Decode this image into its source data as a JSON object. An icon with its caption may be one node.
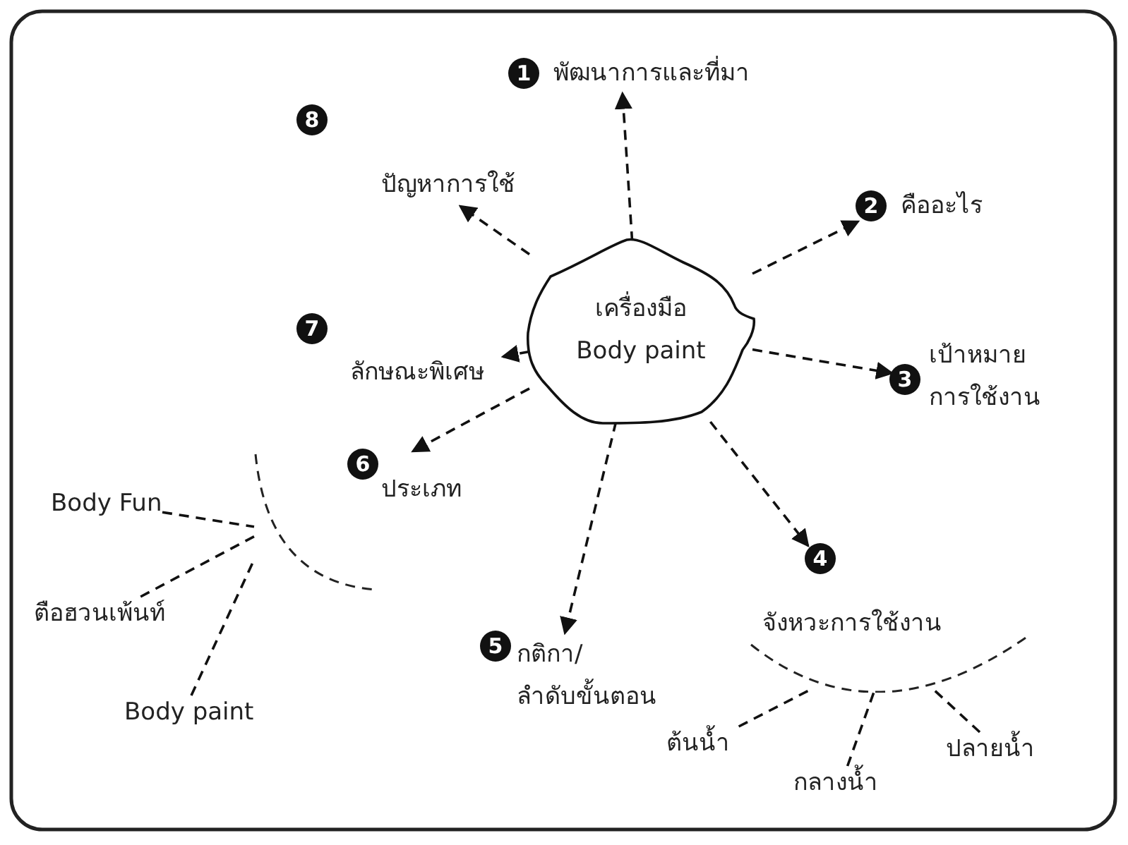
{
  "diagram": {
    "nodes": [
      {
        "text": [
          "เครื่องมือ Body paint"
        ]
      },
      {
        "text": [
          "1",
          "พัฒนาการและที่มา"
        ]
      },
      {
        "text": [
          "2",
          "คืออะไร"
        ]
      },
      {
        "text": [
          "3",
          "เป้าหมาย การใช้งาน"
        ]
      },
      {
        "text": [
          "4",
          "จังหวะการใช้งาน"
        ]
      },
      {
        "text": [
          "5",
          "กติกา/ ลำดับขั้นตอน"
        ]
      },
      {
        "text": [
          "6",
          "ประเภท"
        ]
      },
      {
        "text": [
          "7",
          "ลักษณะพิเศษ"
        ]
      },
      {
        "text": [
          "8",
          "ปัญหาการใช้"
        ]
      },
      {
        "text": [
          "Body Fun"
        ]
      },
      {
        "text": [
          "ตือฮวนเพ้นท์"
        ]
      },
      {
        "text": [
          "Body paint"
        ]
      },
      {
        "text": [
          "ต้นน้ำ"
        ]
      },
      {
        "text": [
          "กลางน้ำ"
        ]
      },
      {
        "text": [
          "ปลายน้ำ"
        ]
      }
    ],
    "edges": [
      {
        "from": 0,
        "to": 1,
        "arrow": "to",
        "style": "dashed"
      },
      {
        "from": 0,
        "to": 2,
        "arrow": "to",
        "style": "dashed"
      },
      {
        "from": 0,
        "to": 3,
        "arrow": "to",
        "style": "dashed"
      },
      {
        "from": 0,
        "to": 4,
        "arrow": "to",
        "style": "dashed"
      },
      {
        "from": 0,
        "to": 5,
        "arrow": "to",
        "style": "dashed"
      },
      {
        "from": 0,
        "to": 6,
        "arrow": "to",
        "style": "dashed"
      },
      {
        "from": 0,
        "to": 7,
        "arrow": "to",
        "style": "dashed"
      },
      {
        "from": 0,
        "to": 8,
        "arrow": "to",
        "style": "dashed"
      },
      {
        "from": 9,
        "to": 6,
        "arrow": "none",
        "style": "dashed"
      },
      {
        "from": 10,
        "to": 6,
        "arrow": "none",
        "style": "dashed"
      },
      {
        "from": 11,
        "to": 6,
        "arrow": "none",
        "style": "dashed"
      },
      {
        "from": 12,
        "to": 4,
        "arrow": "none",
        "style": "dashed"
      },
      {
        "from": 13,
        "to": 4,
        "arrow": "none",
        "style": "dashed"
      },
      {
        "from": 14,
        "to": 4,
        "arrow": "none",
        "style": "dashed"
      }
    ]
  }
}
